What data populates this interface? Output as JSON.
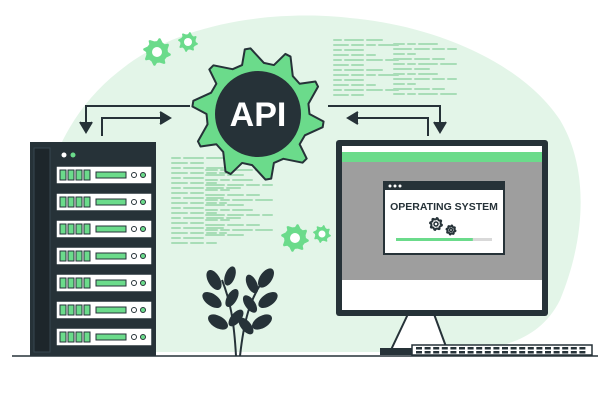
{
  "illustration": {
    "gear_label": "API",
    "window_title": "OPERATING SYSTEM",
    "install_progress": 0.8
  },
  "colors": {
    "accent": "#6BDB8B",
    "accent_dark": "#4CAF6A",
    "background_blob": "#E3F5E8",
    "code_lines": "#A8DDB7",
    "dark": "#263238",
    "screen_gray": "#9E9E9E",
    "white": "#FFFFFF"
  },
  "icons": [
    "gear-icon",
    "arrow-icon",
    "server-rack-icon",
    "monitor-icon",
    "plant-icon",
    "keyboard-icon"
  ]
}
